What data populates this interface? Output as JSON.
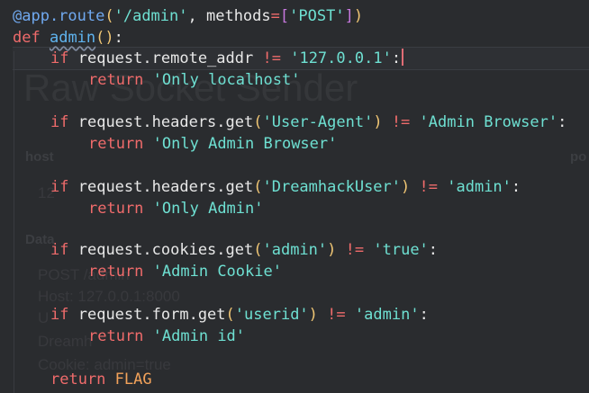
{
  "colors": {
    "background": "#2a2c2f",
    "keyword": "#ef6b6b",
    "function": "#5fb4ef",
    "string": "#6ee0d2",
    "paren": "#f0c674",
    "decorator": "#70a9f0",
    "constant": "#f2a25a"
  },
  "background_page": {
    "title": "Raw Socket Sender",
    "host_label": "host",
    "port_label": "po",
    "host_value": "12",
    "data_label": "Data",
    "data_lines": [
      "POST /admin",
      "Host: 127.0.0.1:8000",
      "U",
      "Dreamh",
      "Cookie: admin=true"
    ]
  },
  "code": {
    "decorator": "@app.route",
    "route_path": "'/admin'",
    "methods_kw": "methods",
    "method_value": "'POST'",
    "def_kw": "def",
    "func_name": "admin",
    "checks": [
      {
        "obj": "request",
        "attr": "remote_addr",
        "key": "",
        "op": "!=",
        "value": "'127.0.0.1'",
        "msg": "'Only localhost'"
      },
      {
        "obj": "request",
        "attr": "headers.get",
        "key": "'User-Agent'",
        "op": "!=",
        "value": "'Admin Browser'",
        "msg": "'Only Admin Browser'"
      },
      {
        "obj": "request",
        "attr": "headers.get",
        "key": "'DreamhackUser'",
        "op": "!=",
        "value": "'admin'",
        "msg": "'Only Admin'"
      },
      {
        "obj": "request",
        "attr": "cookies.get",
        "key": "'admin'",
        "op": "!=",
        "value": "'true'",
        "msg": "'Admin Cookie'"
      },
      {
        "obj": "request",
        "attr": "form.get",
        "key": "'userid'",
        "op": "!=",
        "value": "'admin'",
        "msg": "'Admin id'"
      }
    ],
    "if_kw": "if",
    "return_kw": "return",
    "final_value": "FLAG"
  }
}
